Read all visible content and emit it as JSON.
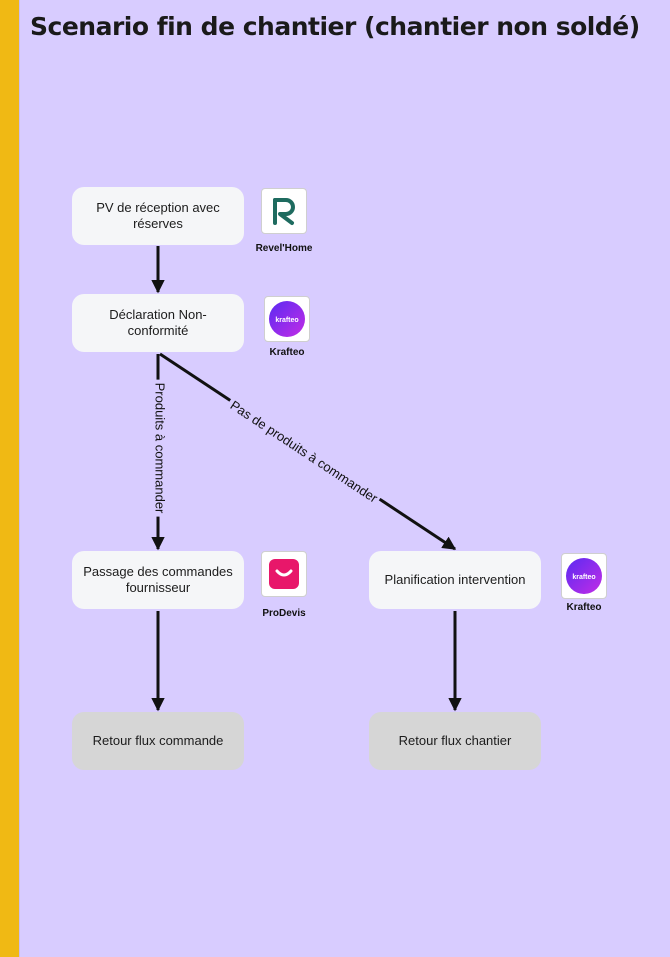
{
  "title": "Scenario fin de chantier (chantier non soldé)",
  "nodes": {
    "pv": "PV de réception avec réserves",
    "declaration": "Déclaration Non-conformité",
    "passage": "Passage des commandes fournisseur",
    "planification": "Planification intervention",
    "retour_commande": "Retour flux commande",
    "retour_chantier": "Retour flux chantier"
  },
  "edges": {
    "produits": "Produits à commander",
    "pas_de_produits": "Pas de produits à commander"
  },
  "logos": {
    "revelhome": {
      "caption": "Revel'Home",
      "icon": "revelhome-r-logo",
      "color": "#1e6b5f"
    },
    "krafteo_1": {
      "caption": "Krafteo",
      "mark": "krafteo",
      "icon": "krafteo-logo",
      "color": "#7b2cf0"
    },
    "prodevis": {
      "caption": "ProDevis",
      "icon": "prodevis-logo",
      "color": "#e8176a"
    },
    "krafteo_2": {
      "caption": "Krafteo",
      "mark": "krafteo",
      "icon": "krafteo-logo",
      "color": "#7b2cf0"
    }
  },
  "colors": {
    "background": "#d8ccff",
    "stripe": "#f0b914",
    "node": "#f5f6f8",
    "terminal_node": "#d6d6d6",
    "arrow": "#111111"
  }
}
